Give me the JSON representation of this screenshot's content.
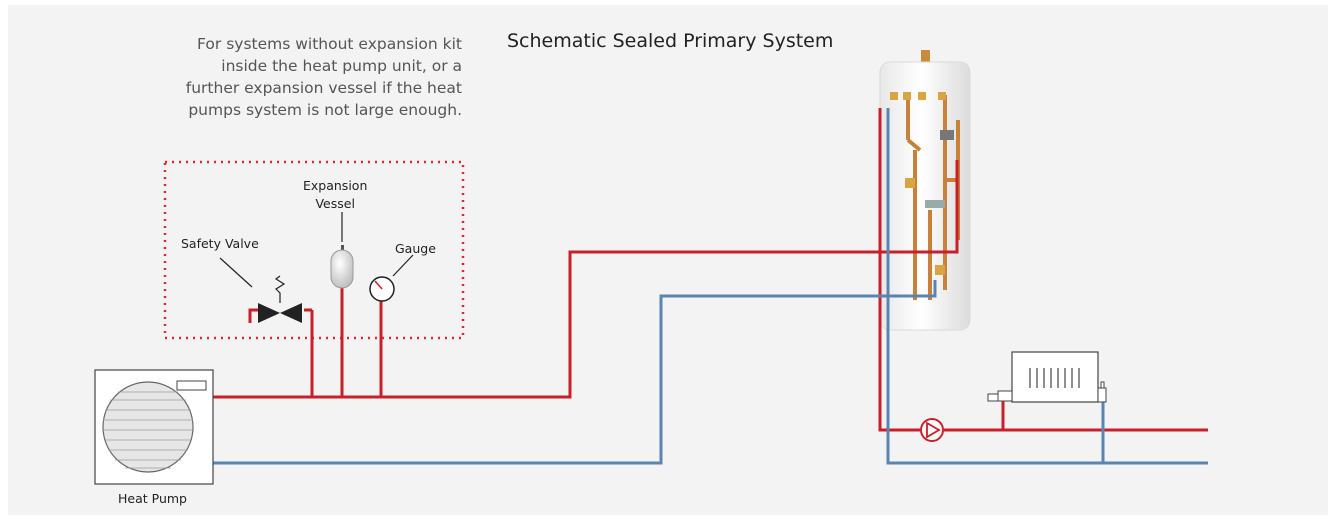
{
  "title": "Schematic Sealed Primary System",
  "note": {
    "lines": [
      "For systems without expansion kit",
      "inside the heat pump unit, or a",
      "further expansion vessel if the heat",
      "pumps system is not large enough."
    ]
  },
  "labels": {
    "expansion_vessel_line1": "Expansion",
    "expansion_vessel_line2": "Vessel",
    "safety_valve": "Safety Valve",
    "gauge": "Gauge",
    "heat_pump": "Heat Pump"
  },
  "colors": {
    "flow_pipe": "#c8202a",
    "return_pipe": "#5b84b1",
    "dotted_box": "#e0262e",
    "panel": "#f3f3f3"
  },
  "icons": [
    "heat-pump-unit",
    "safety-valve-icon",
    "expansion-vessel-icon",
    "pressure-gauge-icon",
    "hot-water-cylinder",
    "circulation-pump-icon",
    "radiator-icon"
  ]
}
